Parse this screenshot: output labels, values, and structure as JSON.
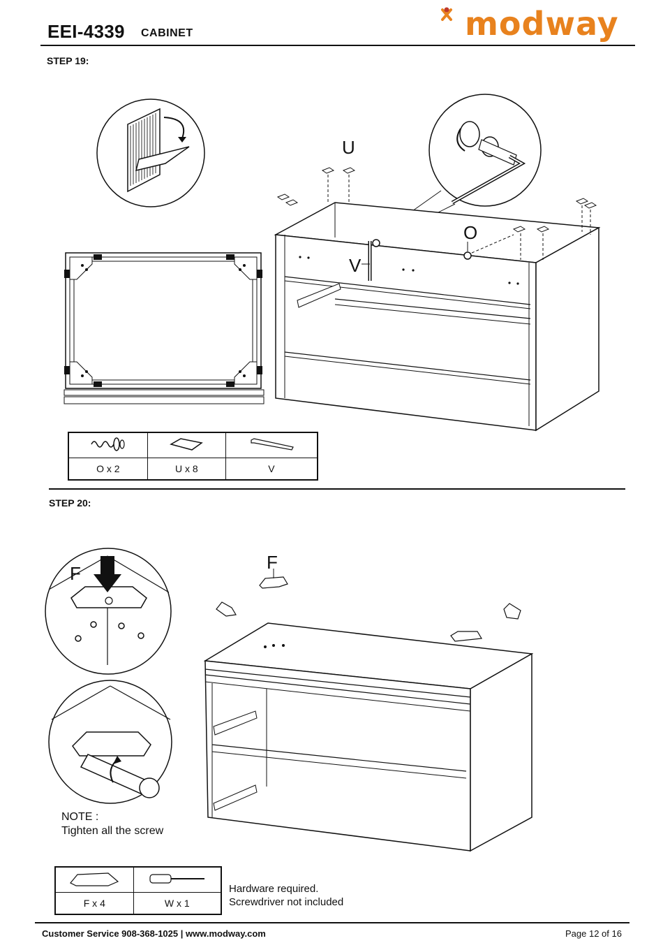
{
  "header": {
    "code": "EEI-4339",
    "subtitle": "CABINET",
    "logo_text": "modway",
    "logo_color": "#e8821e"
  },
  "step19": {
    "title": "STEP 19:",
    "label_u": "U",
    "label_o": "O",
    "label_v": "V",
    "hardware": [
      {
        "label": "O x 2",
        "icon": "cam-bolt-icon"
      },
      {
        "label": "U x 8",
        "icon": "pad-icon"
      },
      {
        "label": "V",
        "icon": "allen-key-icon"
      }
    ]
  },
  "step20": {
    "title": "STEP 20:",
    "label_f_detail": "F",
    "label_f_main": "F",
    "note_title": "NOTE :",
    "note_text": "Tighten all the screw",
    "hardware": [
      {
        "label": "F x 4",
        "icon": "corner-bracket-icon"
      },
      {
        "label": "W x 1",
        "icon": "screwdriver-icon"
      }
    ],
    "hardware_note_1": "Hardware required.",
    "hardware_note_2": "Screwdriver not included"
  },
  "footer": {
    "customer_service": "Customer Service 908-368-1025 | www.modway.com",
    "page": "Page 12 of 16"
  }
}
